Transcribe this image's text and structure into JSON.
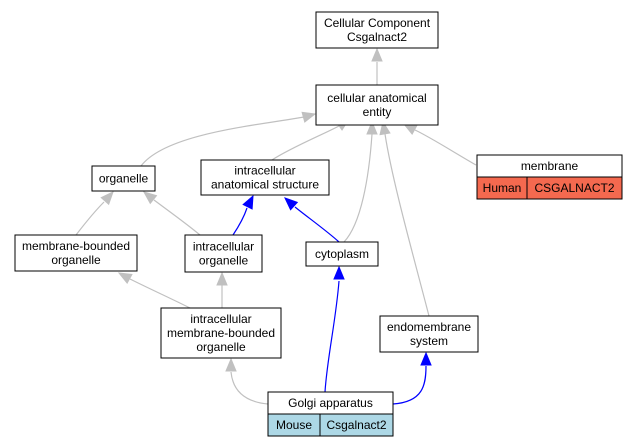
{
  "graph": {
    "nodes": {
      "cellular_component": {
        "lines": [
          "Cellular Component",
          "Csgalnact2"
        ]
      },
      "cellular_anatomical_entity": {
        "lines": [
          "cellular anatomical",
          "entity"
        ]
      },
      "organelle": {
        "lines": [
          "organelle"
        ]
      },
      "intracellular_anatomical_structure": {
        "lines": [
          "intracellular",
          "anatomical structure"
        ]
      },
      "membrane": {
        "lines": [
          "membrane"
        ],
        "cells": [
          "Human",
          "CSGALNACT2"
        ],
        "fill": "#f4694f"
      },
      "membrane_bounded_organelle": {
        "lines": [
          "membrane-bounded",
          "organelle"
        ]
      },
      "intracellular_organelle": {
        "lines": [
          "intracellular",
          "organelle"
        ]
      },
      "cytoplasm": {
        "lines": [
          "cytoplasm"
        ]
      },
      "intracellular_membrane_bounded_organelle": {
        "lines": [
          "intracellular",
          "membrane-bounded",
          "organelle"
        ]
      },
      "endomembrane_system": {
        "lines": [
          "endomembrane",
          "system"
        ]
      },
      "golgi_apparatus": {
        "lines": [
          "Golgi apparatus"
        ],
        "cells": [
          "Mouse",
          "Csgalnact2"
        ],
        "fill": "#add8e6"
      }
    },
    "edges": [
      {
        "from": "cellular_anatomical_entity",
        "to": "cellular_component",
        "kind": "gray"
      },
      {
        "from": "organelle",
        "to": "cellular_anatomical_entity",
        "kind": "gray"
      },
      {
        "from": "intracellular_anatomical_structure",
        "to": "cellular_anatomical_entity",
        "kind": "gray"
      },
      {
        "from": "cytoplasm",
        "to": "cellular_anatomical_entity",
        "kind": "gray"
      },
      {
        "from": "endomembrane_system",
        "to": "cellular_anatomical_entity",
        "kind": "gray"
      },
      {
        "from": "membrane",
        "to": "cellular_anatomical_entity",
        "kind": "gray"
      },
      {
        "from": "membrane_bounded_organelle",
        "to": "organelle",
        "kind": "gray"
      },
      {
        "from": "intracellular_organelle",
        "to": "organelle",
        "kind": "gray"
      },
      {
        "from": "intracellular_organelle",
        "to": "intracellular_anatomical_structure",
        "kind": "blue"
      },
      {
        "from": "cytoplasm",
        "to": "intracellular_anatomical_structure",
        "kind": "blue"
      },
      {
        "from": "intracellular_membrane_bounded_organelle",
        "to": "membrane_bounded_organelle",
        "kind": "gray"
      },
      {
        "from": "intracellular_membrane_bounded_organelle",
        "to": "intracellular_organelle",
        "kind": "gray"
      },
      {
        "from": "golgi_apparatus",
        "to": "intracellular_membrane_bounded_organelle",
        "kind": "gray"
      },
      {
        "from": "golgi_apparatus",
        "to": "cytoplasm",
        "kind": "blue"
      },
      {
        "from": "golgi_apparatus",
        "to": "endomembrane_system",
        "kind": "blue"
      }
    ],
    "edge_colors": {
      "gray": "#c0c0c0",
      "blue": "#0000ff"
    }
  }
}
